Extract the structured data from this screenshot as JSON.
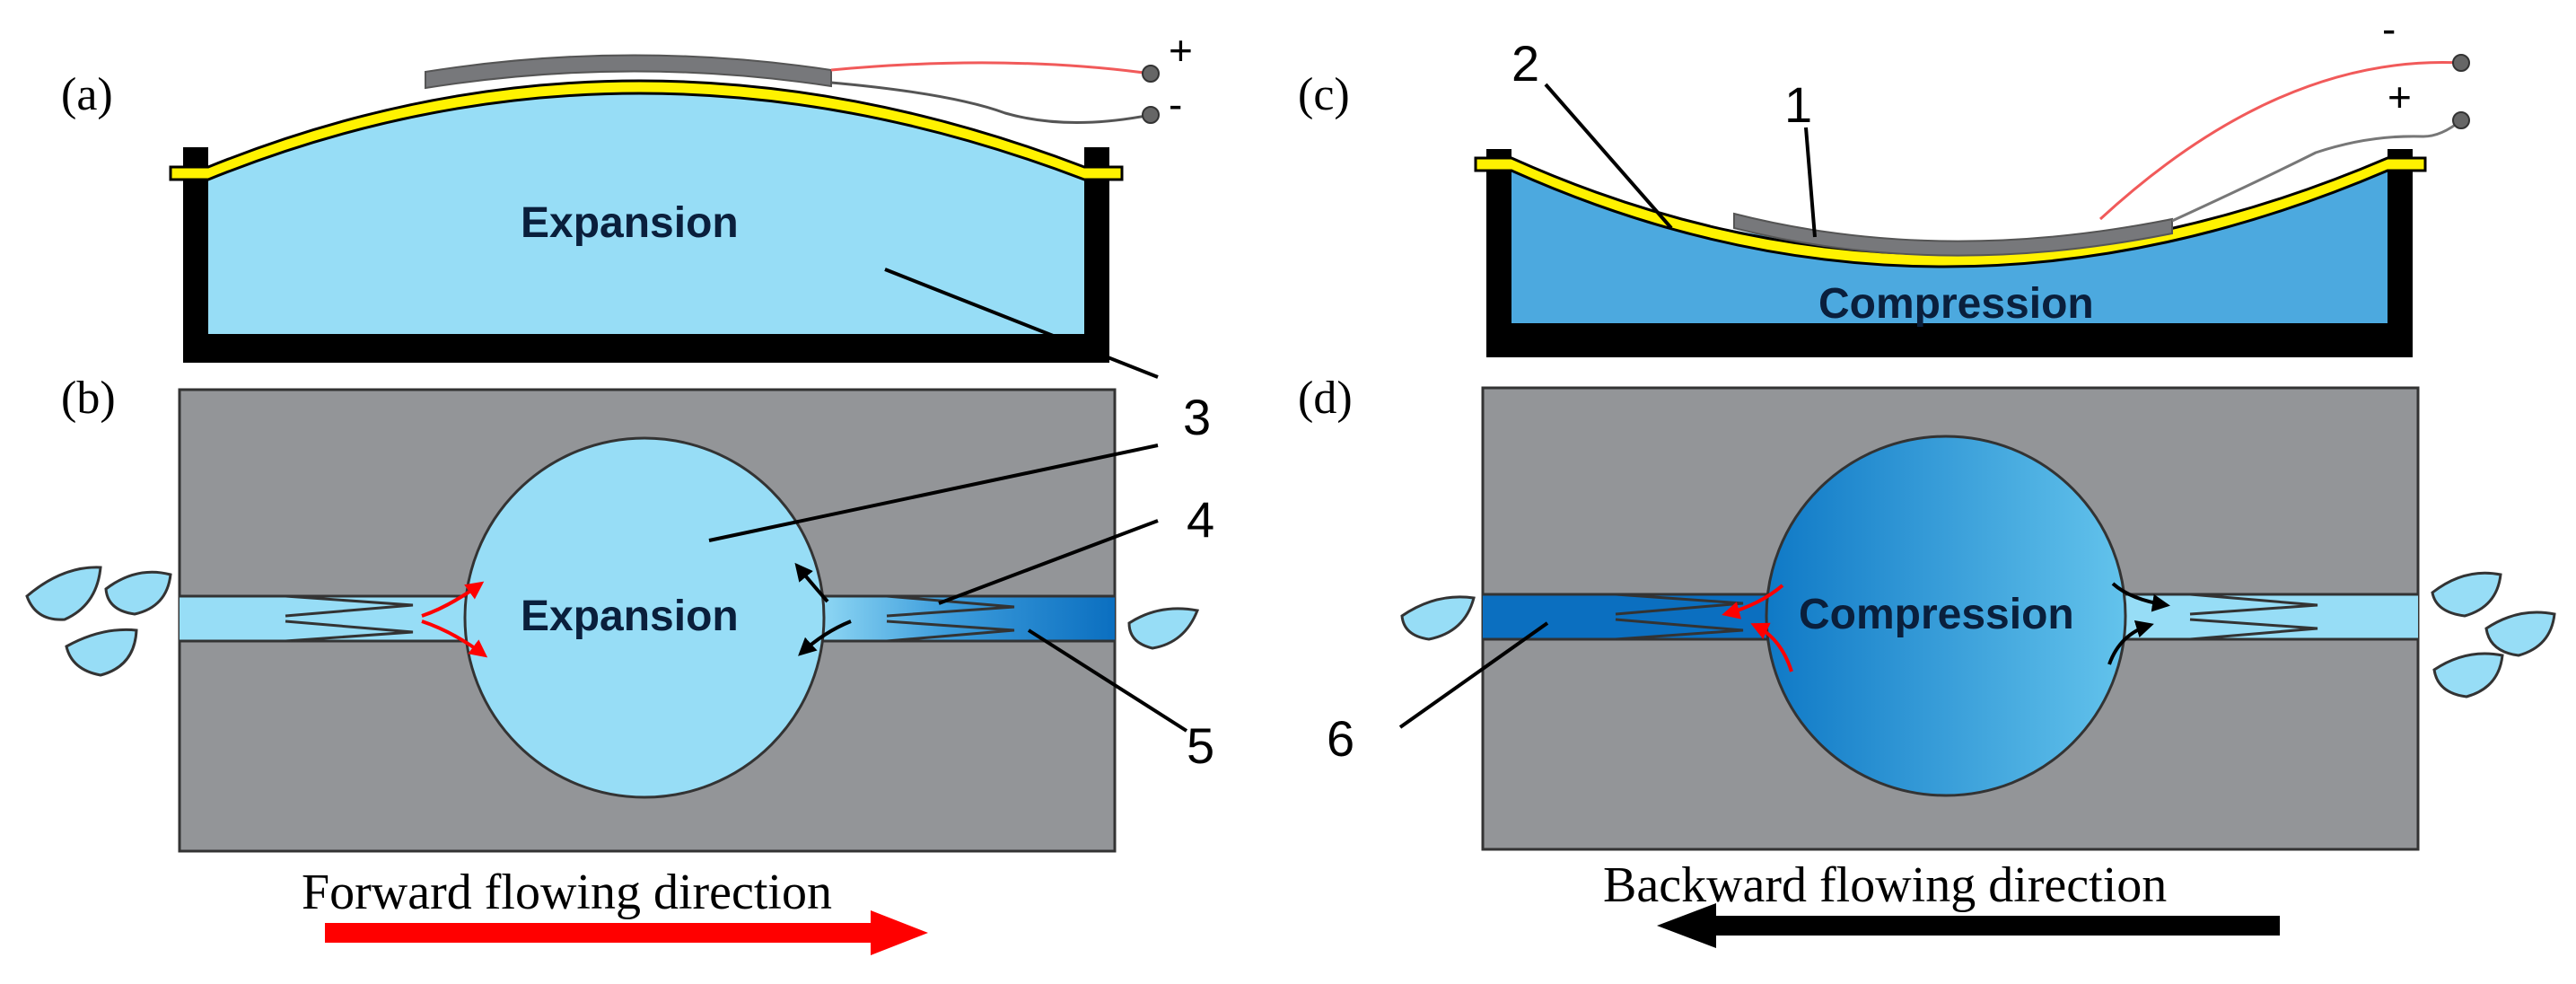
{
  "panels": {
    "a": {
      "label": "(a)",
      "state_text": "Expansion",
      "plus_sign": "+",
      "minus_sign": "-"
    },
    "b": {
      "label": "(b)",
      "state_text": "Expansion",
      "direction_text": "Forward flowing direction"
    },
    "c": {
      "label": "(c)",
      "state_text": "Compression",
      "plus_sign": "+",
      "minus_sign": "-"
    },
    "d": {
      "label": "(d)",
      "state_text": "Compression",
      "direction_text": "Backward flowing direction"
    }
  },
  "callouts": [
    "1",
    "2",
    "3",
    "4",
    "5",
    "6"
  ],
  "colors": {
    "fluid_light": "#97DDF6",
    "fluid_dark": "#4CA9DF",
    "channel_dark": "#0B6FC0",
    "membrane": "#FFF200",
    "piezo": "#77787B",
    "body_gray": "#939598",
    "frame": "#000000",
    "wire_red": "#F15A5A",
    "forward_arrow": "#FF0000",
    "backward_arrow": "#000000",
    "flow_red": "#FF0000"
  }
}
